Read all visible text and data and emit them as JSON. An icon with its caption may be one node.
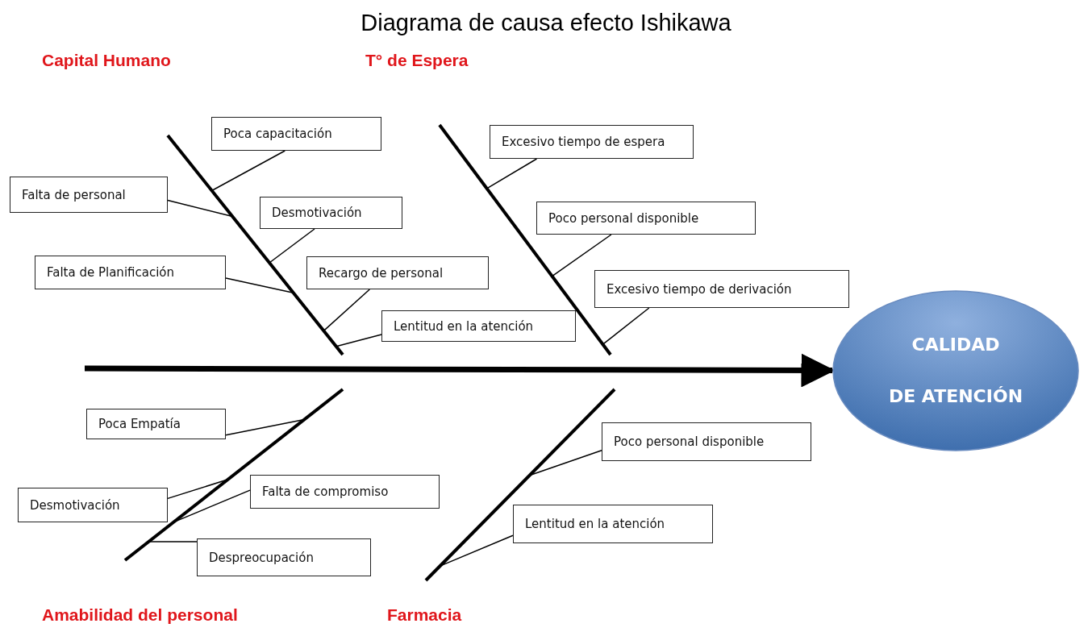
{
  "diagram": {
    "title": "Diagrama de causa efecto Ishikawa",
    "nodes": [
      {
        "text": [],
        "shape": "line",
        "beside": [
          "Capital Humano"
        ]
      },
      {
        "text": [],
        "shape": "line",
        "beside": [
          "T° de Espera"
        ]
      },
      {
        "text": [],
        "shape": "line",
        "beside": [
          "Amabilidad del personal"
        ]
      },
      {
        "text": [],
        "shape": "line",
        "beside": [
          "Farmacia"
        ]
      },
      {
        "text": [
          "CALIDAD DE ATENCIÓN"
        ]
      },
      {
        "text": [
          "Poca capacitación"
        ]
      },
      {
        "text": [
          "Falta de personal"
        ]
      },
      {
        "text": [
          "Desmotivación"
        ]
      },
      {
        "text": [
          "Falta de Planificación"
        ]
      },
      {
        "text": [
          "Recargo de personal"
        ]
      },
      {
        "text": [
          "Lentitud en la atención"
        ]
      },
      {
        "text": [
          "Excesivo tiempo de espera"
        ]
      },
      {
        "text": [
          "Poco personal disponible"
        ]
      },
      {
        "text": [
          "Excesivo tiempo de derivación"
        ]
      },
      {
        "text": [
          "Poca Empatía"
        ]
      },
      {
        "text": [
          "Desmotivación"
        ]
      },
      {
        "text": [
          "Falta de compromiso"
        ]
      },
      {
        "text": [
          "Despreocupación"
        ]
      },
      {
        "text": [
          "Poco personal disponible"
        ]
      },
      {
        "text": [
          "Lentitud en la atención"
        ]
      }
    ],
    "edges": [
      {
        "from": 5,
        "to": 0,
        "arrow": "none"
      },
      {
        "from": 6,
        "to": 0,
        "arrow": "none"
      },
      {
        "from": 7,
        "to": 0,
        "arrow": "none"
      },
      {
        "from": 8,
        "to": 0,
        "arrow": "none"
      },
      {
        "from": 9,
        "to": 0,
        "arrow": "none"
      },
      {
        "from": 10,
        "to": 0,
        "arrow": "none"
      },
      {
        "from": 11,
        "to": 1,
        "arrow": "none"
      },
      {
        "from": 12,
        "to": 1,
        "arrow": "none"
      },
      {
        "from": 13,
        "to": 1,
        "arrow": "none"
      },
      {
        "from": 14,
        "to": 2,
        "arrow": "none"
      },
      {
        "from": 15,
        "to": 2,
        "arrow": "none"
      },
      {
        "from": 16,
        "to": 2,
        "arrow": "none"
      },
      {
        "from": 17,
        "to": 2,
        "arrow": "none"
      },
      {
        "from": 18,
        "to": 3,
        "arrow": "none"
      },
      {
        "from": 19,
        "to": 3,
        "arrow": "none"
      },
      {
        "from": null,
        "to": 4,
        "arrow": "to",
        "style": "thick"
      }
    ]
  }
}
